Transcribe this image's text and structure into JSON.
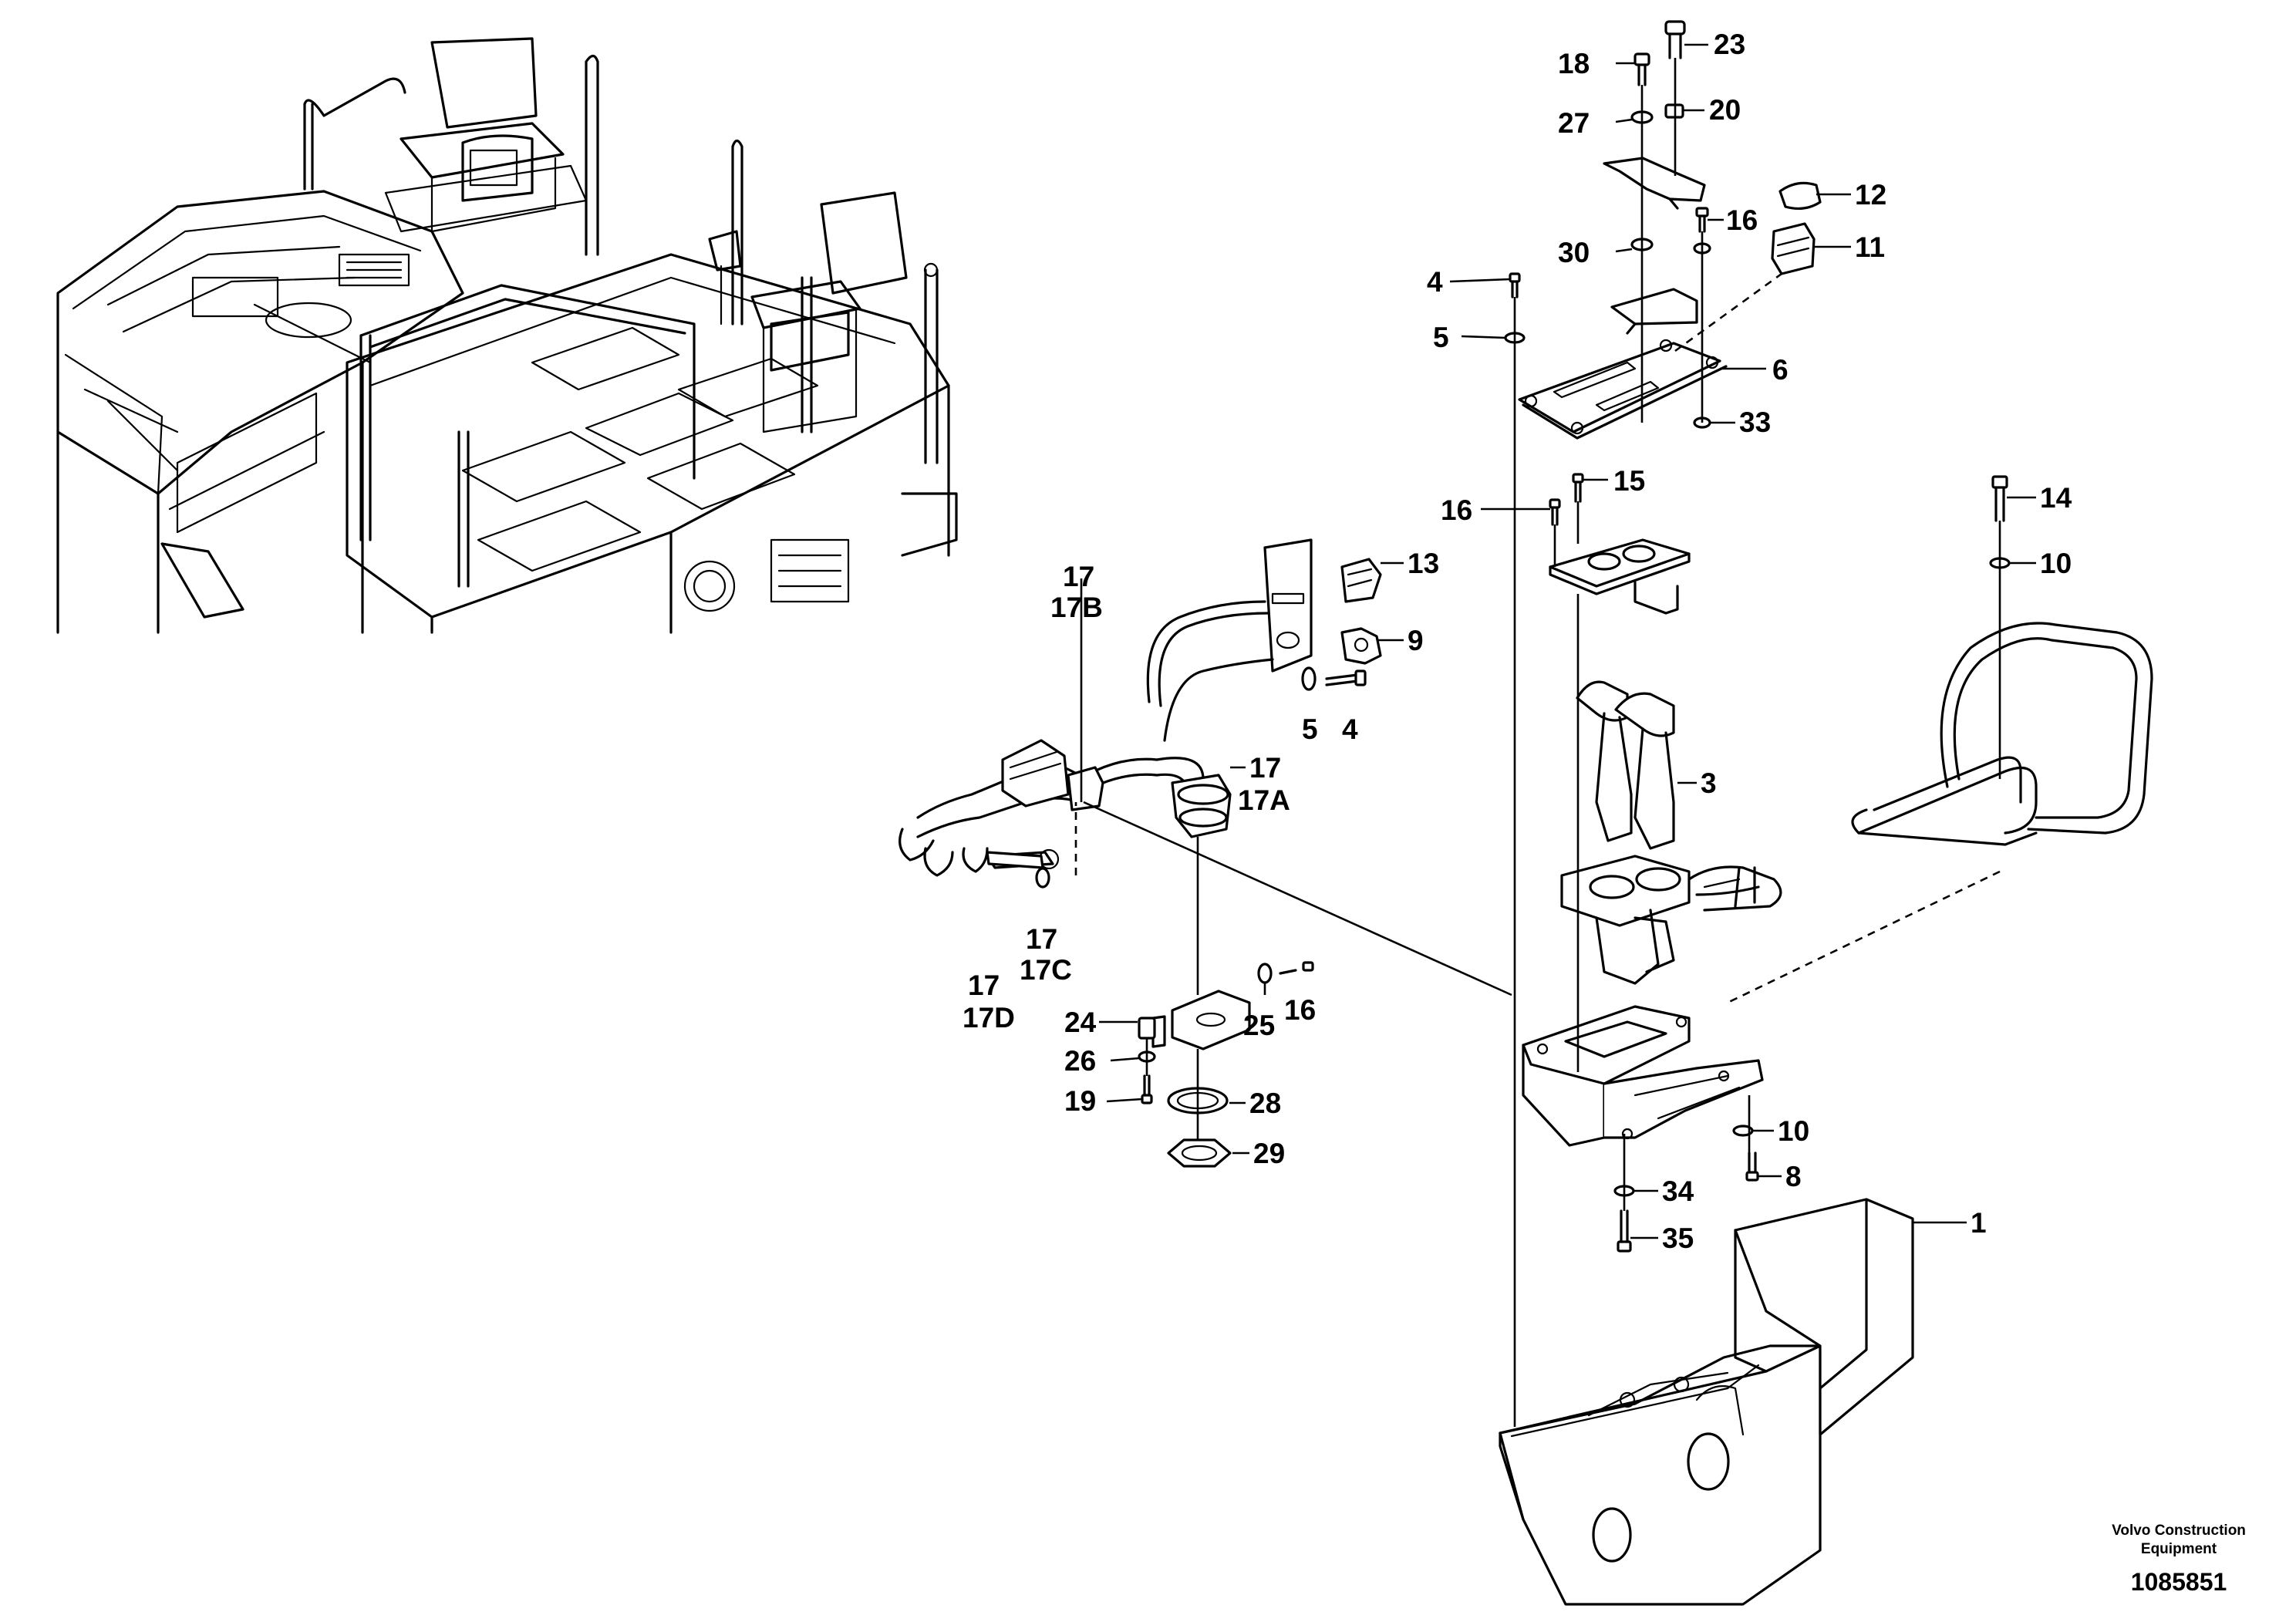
{
  "labels": {
    "l1": "1",
    "l3": "3",
    "l4a": "4",
    "l4b": "4",
    "l5a": "5",
    "l5b": "5",
    "l6": "6",
    "l8": "8",
    "l9": "9",
    "l10a": "10",
    "l10b": "10",
    "l11": "11",
    "l12": "12",
    "l13": "13",
    "l14": "14",
    "l15": "15",
    "l16a": "16",
    "l16b": "16",
    "l16c": "16",
    "l17a": "17",
    "l17a2": "17B",
    "l17b": "17",
    "l17b2": "17A",
    "l17c": "17",
    "l17c2": "17C",
    "l17d": "17",
    "l17d2": "17D",
    "l18": "18",
    "l19": "19",
    "l20": "20",
    "l23": "23",
    "l24": "24",
    "l25": "25",
    "l26": "26",
    "l27": "27",
    "l28": "28",
    "l29": "29",
    "l30": "30",
    "l33": "33",
    "l34": "34",
    "l35": "35"
  },
  "footer": {
    "brand_line1": "Volvo Construction",
    "brand_line2": "Equipment",
    "doc_number": "1085851"
  }
}
